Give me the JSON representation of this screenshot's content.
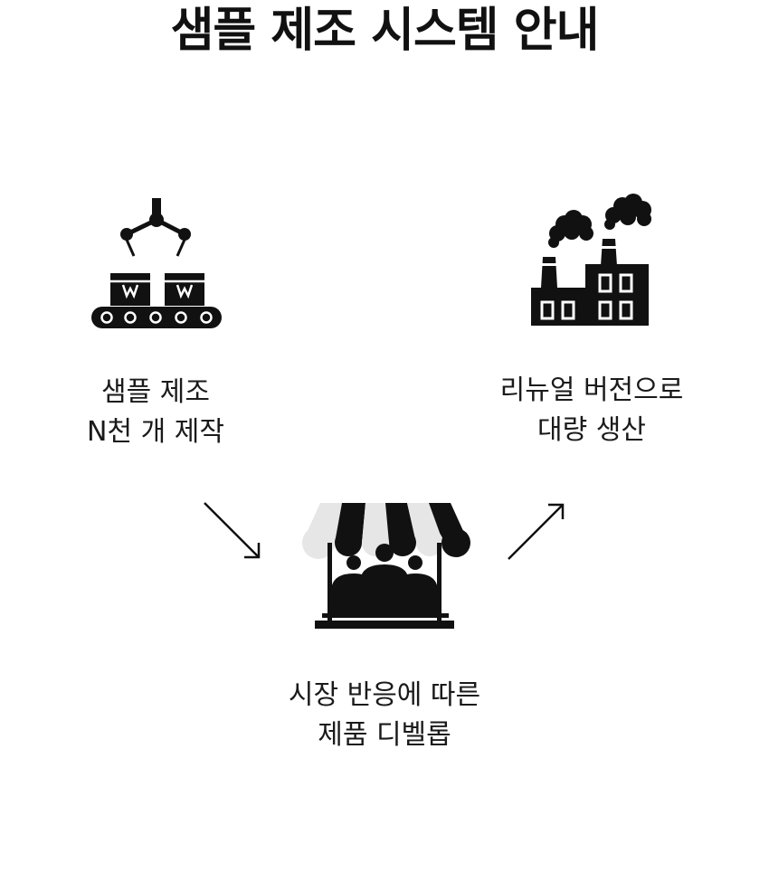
{
  "title": "샘플 제조 시스템 안내",
  "steps": [
    {
      "icon": "factory-robot-conveyor-icon",
      "line1": "샘플 제조",
      "line2": "N천 개 제작"
    },
    {
      "icon": "market-stall-crowd-icon",
      "line1": "시장 반응에 따른",
      "line2": "제품 디벨롭"
    },
    {
      "icon": "factory-smokestack-icon",
      "line1": "리뉴얼 버전으로",
      "line2": "대량 생산"
    }
  ],
  "colors": {
    "ink": "#111111",
    "awning_light": "#e6e6e6"
  }
}
